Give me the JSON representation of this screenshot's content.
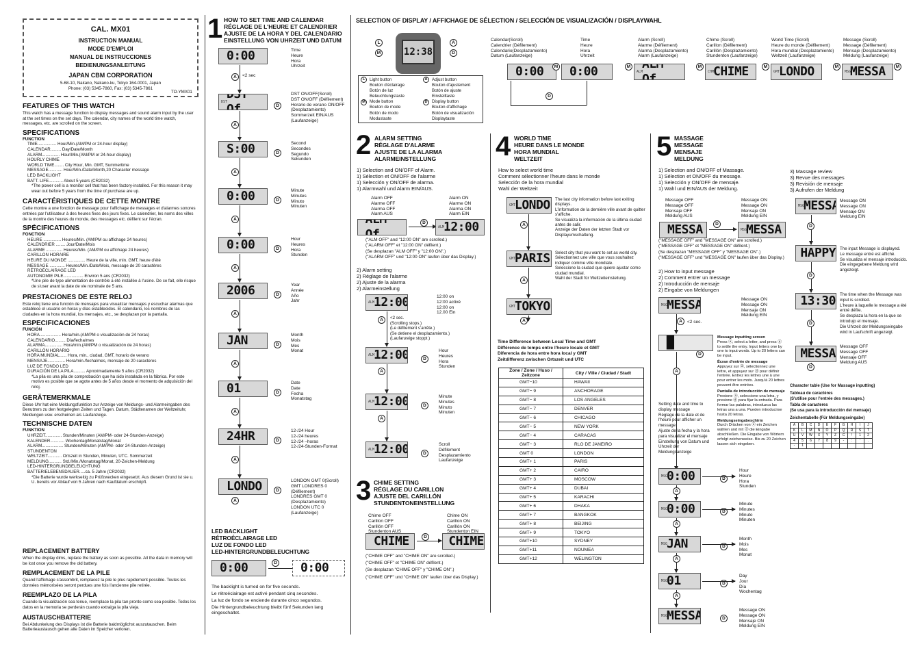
{
  "cover": {
    "cal": "CAL. MX01",
    "titles": [
      "INSTRUCTION MANUAL",
      "MODE D'EMPLOI",
      "MANUAL DE INSTRUCCIONES",
      "BEDIENUNGSANLEITUNG"
    ],
    "company": "JAPAN CBM CORPORATION",
    "address": "5-68-10, Nakano, Nakano-ku, Tokyo 164-0001, Japan",
    "phone": "Phone: (03) 5345-7860, Fax: (03) 5345-7861",
    "code": "TO-YMX01"
  },
  "left_col": {
    "features_en_title": "FEATURES OF THIS WATCH",
    "features_en_text": "This watch has a message function to display messages and sound alarm input by the user at the set times on the set days. The calendar, city names of the world time watch, messages, etc. are scrolled on the screen.",
    "spec_en_title": "SPECIFICATIONS",
    "function": "FUNCTION",
    "spec_en": [
      "TIME................ Hour/Min.(AM/PM or 24-hour display)",
      "CALENDAR......... Day/Date/Month",
      "ALARM............... Hour/Min.(AM/PM or 24-hour display)",
      "HOURLY CHIME",
      "WORLD TIME........ City Hour, Min. GMT, Summertime",
      "MESSAGE............ Hour/Min./Date/Month,20 Character message",
      "LED BACKLIGHT",
      "BATT. LIFE............ About 5 years (CR2032)",
      "*The power cell is a monitor cell that has been factory-installed. For this reason it may wear out before 5 years from the time of purchase are up."
    ],
    "features_fr_title": "CARACTÉRISTIQUES DE CETTE MONTRE",
    "features_fr_text": "Cette montre a une fonction de message pour l'affichage de messages et d'alarmes sonores entrées par l'utilisateur à des heures fixes des jours fixes. Le calendrier, les noms des villes de la montre des heures du monde, des messages etc. défilent sur l'écran.",
    "spec_fr_title": "SPÉCIFICATIONS",
    "fonction": "FONCTION",
    "spec_fr": [
      "HEURE ............... Heures/Min. (AM/PM ou affichage 24 heures)",
      "CALENDRIER ........ Jour/Date/Mois",
      "ALARME .............. Heures/Min. (AM/PM ou affichage 24 heures)",
      "CARILLON HORAIRE",
      "HEURE DU MONDE ............... Heure de la ville, min. GMT, heure d'été",
      "MESSAGE ............. Heures/Min./Date/Mois, message de 20 caractères",
      "RÉTROÉCLAIRAGE LED",
      "AUTONOMIE PILE................. Environ 5 ans (CR2032)",
      "*Une pile de type alimentation de contrôle a été installée à l'usine. De ce fait, elle risque de s'user avant la date de vie nominale de 5 ans."
    ],
    "features_es_title": "PRESTACIONES DE ESTE RELOJ",
    "features_es_text": "Este reloj tiene una función de mensajes para visualizar mensajes y escuchar alarmas que establece el usuario en horas y días establecidos. El calendario, los nombres de las ciudades en la hora mundial, los mensajes, etc., se desplazan por la pantalla.",
    "spec_es_title": "ESPECIFICACIONES",
    "funcion": "FUNCIÓN",
    "spec_es": [
      "HORA.................. Hora/min.(AM/PM o visualización de 24 horas)",
      "CALENDARIO......... Día/fecha/mes",
      "ALARMA............... Hora/min.(AM/PM o visualización de 24 horas)",
      "CARILLÓN HORARIO",
      "HORA MUNDIAL...... Hora, min., ciudad, GMT, horario de verano",
      "MENSAJE............... Hora/min./fecha/mes, mensaje de 20 caracteres",
      "LUZ DE FONDO LED",
      "DURACIÓN DE LA PILA.......... Aproximadamente 5 años (CR2032)",
      "*La pila es una pila de comprobación que ha sido instalada en la fábrica. Por este motivo es posible que se agote antes de 5 años desde el momento de adquisición del reloj."
    ],
    "features_de_title": "GERÄTEMERKMALE",
    "features_de_text": "Diese Uhr hat eine Meldungsfunktion zur Anzeige von Meldungs- und Alarmeingaben des Benutzers zu den festgelegten Zeiten und Tagen. Datum, Städtenamen der Weltzeituhr, Meldungen usw. erscheinen als Laufanzeige.",
    "spec_de_title": "TECHNISCHE DATEN",
    "funktion": "FUNKTION",
    "spec_de": [
      "UHRZEIT.............. Stunden/Minuten (AM/PM- oder 24-Stunden-Anzeige)",
      "KALENDER............ Wochentag/Monatstag/Monat",
      "ALARM.................. Stunden/Minuten (AM/PM- oder 24-Stunden-Anzeige)",
      "STUNDENTON",
      "WELTZEIT............ Ortszeit in Stunden, Minuten, UTC. Sommerzeit",
      "MELDUNG........... Std./Min./Monatstag/Monat, 20-Zeichen-Meldung",
      "LED-HINTERGRUNDBELEUCHTUNG",
      "BATTERIELEBENSDAUER.....ca. 5 Jahre (CR2032)",
      "*Die Batterie wurde werkseitig zu Prüfzwecken eingesetzt. Aus diesem Grund ist sie u. U. bereits vor Ablauf von 5 Jahren nach Kaufdatum erschöpft."
    ],
    "battery": [
      {
        "title": "REPLACEMENT BATTERY",
        "text": "When the display dims, replace the battery as soon as possible. All the data in memory will be lost once you remove the old battery."
      },
      {
        "title": "REMPLACEMENT DE LA PILE",
        "text": "Quand l'affichage s'assombrit, remplacez la pile le plus rapidement possible. Toutes les données mémorisées seront perdues une fois l'ancienne pile retirée."
      },
      {
        "title": "REEMPLAZO DE LA PILA",
        "text": "Cuando la visualización sea tenue, reemplace la pila tan pronto como sea posible. Todos los datos en la memoria se perderán cuando extraiga la pila vieja."
      },
      {
        "title": "AUSTAUSCHBATTERIE",
        "text": "Bei Abdunkelung des Displays ist die Batterie baldmöglichst auszutauschen. Beim Batterieaustausch gehen alle Daten im Speicher verloren."
      }
    ]
  },
  "sec1": {
    "num": "1",
    "titles": [
      "HOW TO SET TIME AND CALENDAR",
      "RÉGLAGE DE L'HEURE ET CALENDRIER",
      "AJUSTE DE LA HORA Y DEL CALENDARIO",
      "EINSTELLUNG VON UHRZEIT UND DATUM"
    ],
    "sec2": "<2 sec",
    "steps": [
      {
        "lcd": "0:00",
        "pre": "",
        "label": "Time\nHeure\nHora\nUhrzeit"
      },
      {
        "lcd": "DST Of",
        "pre": "",
        "label": "DST ON/OFF(Scroll)\nDST ON/OFF (Défilement)\nHorario de verano ON/OFF\n(Desplazamiento)\nSommerzeit EIN/AUS\n(Laufanzeige)"
      },
      {
        "lcd": "S:00",
        "pre": "",
        "label": "Second\nSecondes\nSegundo\nSekunden"
      },
      {
        "lcd": "0:00",
        "pre": "",
        "label": "Minute\nMinutes\nMinuto\nMinuten"
      },
      {
        "lcd": "0:00",
        "pre": "",
        "label": "Hour\nHeures\nHora\nStunden"
      },
      {
        "lcd": "2006",
        "pre": "",
        "label": "Year\nAnnée\nAño\nJahr"
      },
      {
        "lcd": "JAN",
        "pre": "",
        "label": "Month\nMois\nMes\nMonat"
      },
      {
        "lcd": "01",
        "pre": "",
        "label": "Date\nDate\nFecha\nMonatstag"
      },
      {
        "lcd": "24HR",
        "pre": "",
        "label": "12-/24 Hour\n12-/24 heures\n12-/24 –horas\n12-/24-Stunden-Format"
      },
      {
        "lcd": "LONDO",
        "pre": "",
        "label": "LONDON GMT 0(Scroll)\nGMT LONDRES 0\n(Défilement)\nLONDRES GMT 0\n(Desplazamiento)\nLONDON UTC 0\n(Laufanzeige)"
      }
    ]
  },
  "led": {
    "titles": [
      "LED BACKLIGHT",
      "RÉTROÉCLAIRAGE LED",
      "LUZ DE FONDO LED",
      "LED-HINTERGRUNDBELEUCHTUNG"
    ],
    "lcd": "0:00",
    "text": [
      "The backlight is turned on for five seconds.",
      "Le rétroéclairage est activé pendant cinq secondes.",
      "La luz de fondo se enciende durante cinco segundos.",
      "Die Hintergrundbeleuchtung bleibt fünf Sekunden lang eingeschaltet."
    ]
  },
  "selection": {
    "title": "SELECTION OF DISPLAY  /  AFFICHAGE DE SÉLECTION  /  SELECCIÓN DE VISUALIZACIÓN  /  DISPLAYWAHL",
    "watch_lcd": "12:38",
    "buttons_left": "Light button\nBouton d'éclairage\nBotón de luz\nBeleuchtungstaste\nMode button\nBouton de mode\nBotón de modo\nModustaste",
    "buttons_right": "Adjust button\nBouton d'ajustement\nBotón de ajuste\nEinstelltaste\nDisplay button\nBouton d'affichage\nBotón de visualización\nDisplaytaste",
    "modes": [
      {
        "lcd": "0:00",
        "label": "Calendar(Scroll)\nCalendrier (Défilement)\nCalendario(Desplazamiento)\nDatum (Laufanzeige)"
      },
      {
        "lcd": "0:00",
        "label": "Time\nHeure\nHora\nUhrzeit"
      },
      {
        "lcd": "ALM Of",
        "label": "Alarm (Scroll)\nAlarme (Défilement)\nAlarma (Desplazamiento)\nAlarm (Laufanzeige)"
      },
      {
        "lcd": "CHIME",
        "label": "Chime (Scroll)\nCarillon (Défilement)\nCarillón (Desplazamiento)\nStundenton (Laufanzeige)"
      },
      {
        "lcd": "LONDO",
        "label": "World Time (Scroll)\nHeure du monde (Défilement)\nHora mundial (Desplazamiento)\nWeltzeit (Laufanzeige)"
      },
      {
        "lcd": "MESSA",
        "label": "Message (Scroll)\nMessage (Défilement)\nMensaje (Desplazamiento)\nMeldung (Laufanzeige)"
      }
    ]
  },
  "sec2": {
    "num": "2",
    "titles": [
      "ALARM SETTING",
      "RÉGLAGE D'ALARME",
      "AJUSTE DE LA ALARMA",
      "ALARMEINSTELLUNG"
    ],
    "intro": [
      "1) Selection and ON/OFF of Alarm.",
      "1) Sélection et ON/OFF de l'alarme",
      "1) Selección y ON/OFF de alarma.",
      "1) Alarmwahl und Alarm EIN/AUS."
    ],
    "off": "Alarm OFF\nAlarme OFF\nAlarma OFF\nAlarm AUS",
    "on": "Alarm ON\nAlarme ON\nAlarma ON\nAlarm EIN",
    "lcd_off": "ALM Of",
    "lcd_on": "12:00",
    "note": [
      "(\"ALM OFF\" and \"12:00 ON\" are scrolled.)",
      "(\"ALARM OFF\" et \"12:00 ON\" défilent.)",
      "(Se desplazan \"ALM OFF\" y \"12:00 ON\".)",
      "(\"ALARM OFF\" und \"12:00 ON\" laufen über das Display.)"
    ],
    "set": [
      "2) Alarm setting",
      "2) Réglage de l'alarme",
      "2) Ajuste de la alarma",
      "2) Alarmeinstellung"
    ],
    "on_label": "12:00 on\n12:00 activé\n12:00 on\n12.00 Ein",
    "scroll": "<2 sec.\n(Scrolling stops.)\n(Le défilement s'arrête.)\n(Se detiene el desplazamiento.)\n(Laufanzeige stoppt.)",
    "hour": "Hour\nHeures\nHora\nStunden",
    "minute": "Minute\nMinutes\nMinuto\nMinuten",
    "scrollx": "Scroll\nDéfilement\nDesplazamiento\nLaufanzeige"
  },
  "sec3": {
    "num": "3",
    "titles": [
      "CHIME SETTING",
      "RÉGLAGE DU CARILLON",
      "AJUSTE DEL CARILLÓN",
      "STUNDENTONEINSTELLUNG"
    ],
    "off": "Chime OFF\nCarillon OFF\nCarillón OFF\nStundenton AUS",
    "on": "Chime ON\nCarillon ON\nCarillón ON\nStundenton EIN",
    "lcd": "CHIME",
    "note": [
      "(\"CHIME OFF\" and \"CHIME ON\" are scrolled.)",
      "(\"CHIME OFF\" et \"CHIME ON\" défilent.)",
      "(Se desplazan \"CHIME OFF\" y \"CHIME ON\".)",
      "(\"CHIME OFF\" und \"CHIME ON\" laufen über das Display.)"
    ]
  },
  "sec4": {
    "num": "4",
    "titles": [
      "WORLD TIME",
      "HEURE DANS LE MONDE",
      "HORA MUNDIAL",
      "WELTZEIT"
    ],
    "intro": [
      "How to select world time",
      "Comment sélectionner l'heure dans le monde",
      "Selección de la hora mundial",
      "Wahl der Weltzeit"
    ],
    "t1": "The last city information before last exiting displays.\nL'information de la dernière ville avant de quitter s'affiche.\nSe visualiza la información de la última ciudad antes de salir.\nAnzeige der Daten der letzten Stadt vor Displayumschaltung.",
    "t2": "Select city that you want to set as world city.\nSélectionnez une ville que vous souhaitez indiquer comme ville mondiale.\nSeleccione la ciudad que quiere ajustar como ciudad mundial.\nWahl der Stadt für Weltzeiteinstellung.",
    "tdtitle": [
      "Time Difference between Local Time and GMT",
      "Différence de temps entre l'heure locale et GMT",
      "Diferencia de hora entre hora local y GMT",
      "Zeitdifferenz zwischen Ortszeit und UTC"
    ],
    "th": [
      "Zone / Zone / Huso / Zeitzone",
      "City / Ville / Ciudad / Stadt"
    ],
    "rows": [
      [
        "GMT−10",
        "HAWAII"
      ],
      [
        "GMT− 9",
        "ANCHORAGE"
      ],
      [
        "GMT− 8",
        "LOS ANGELES"
      ],
      [
        "GMT− 7",
        "DENVER"
      ],
      [
        "GMT− 6",
        "CHICAGO"
      ],
      [
        "GMT− 5",
        "NEW YORK"
      ],
      [
        "GMT− 4",
        "CARACAS"
      ],
      [
        "GMT− 3",
        "RLO DE JANEIRO"
      ],
      [
        "GMT  0",
        "LONDON"
      ],
      [
        "GMT+ 1",
        "PARIS"
      ],
      [
        "GMT+ 2",
        "CAIRO"
      ],
      [
        "GMT+ 3",
        "MOSCOW"
      ],
      [
        "GMT+ 4",
        "DUBAI"
      ],
      [
        "GMT+ 5",
        "KARACHI"
      ],
      [
        "GMT+ 6",
        "DHAKA"
      ],
      [
        "GMT+ 7",
        "BANGKOK"
      ],
      [
        "GMT+ 8",
        "BEIJING"
      ],
      [
        "GMT+ 9",
        "TOKYO"
      ],
      [
        "GMT+10",
        "SYDNEY"
      ],
      [
        "GMT+11",
        "NOUMEA"
      ],
      [
        "GMT+12",
        "WELINGTON"
      ]
    ]
  },
  "sec5": {
    "num": "5",
    "titles": [
      "MASSAGE",
      "MESSAGE",
      "MENSAJE",
      "MELDUNG"
    ],
    "intro": [
      "1) Selection and ON/OFF of Massage.",
      "1) Sélection et ON/OFF du message.",
      "1) Selección y ON/OFF de mensaje.",
      "1) Wahl und EIN/AUS der Meldung."
    ],
    "off": "Message OFF\nMessage OFF\nMensaje OFF\nMeldung AUS",
    "on": "Message ON\nMessage ON\nMensaje ON\nMeldung EIN",
    "note": [
      "(\"MESSAGE OFF\" and \"MESSAGE ON\" are scrolled.)",
      "(\"MESSAGE OFF\" et \"MESSAGE ON\" défilent.)",
      "(Se desplazan \"MESSAGE OFF\" y \"MESSAGE ON\".)",
      "(\"MESSAGE OFF\" und \"MESSAGE ON\" laufen über das Display.)"
    ],
    "input": [
      "2) How to input message",
      "2) Comment entrer un message",
      "2) Introducción de mensaje",
      "2) Eingabe von Meldungen"
    ],
    "inp_screen_title": "Message inputting screen",
    "inp_screen": "Press ⓐ, select a letter, and press ⓓ to settle the entry. Input letters one by one to input words. Up to 20 letters can be input.",
    "ecran_title": "Écran d'entrée de message",
    "ecran": "Appuyez sur ⓐ, sélectionnez une lettre, et appuyez sur ⓓ pour définir l'entrée. Entrez les lettres une à une pour entrer les mots. Jusqu'à 20 lettres peuvent être entrées.",
    "pantalla_title": "Pantalla de introducción de mensaje",
    "pantalla": "Presione ⓐ, seleccione una letra, y presione ⓓ para fijar la entrada. Para formar las palabras, introduzca las letras una a una. Pueden introducirse hasta 20 letras.",
    "melde_title": "Meldungseingabeschirm",
    "melde": "Durch Drücken von ⓐ ein Zeichen wählen und mit ⓓ die Eingabe abschließen. Die Eingabe von Wörtern erfolgt zeichenweise. Bis zu 20 Zeichen lassen sich eingeben.",
    "setdate": "Setting date and time to display message\nRéglage de la date et de l'heure pour afficher un message\nAjuste de la fecha y la hora para visualizar el mensaje\nEinstellung von Datum und Uhrzeit der Meldungsanzeige",
    "review": [
      "3) Massage review",
      "3) Revue des messages",
      "3) Revisión de mensaje",
      "3) Aufrufen der Meldung"
    ],
    "inputmsg": "The input Message is displayed.\nLe message entré est affiché.\nSe visualiza el mensaje introducido.\nDie eingegebene Meldung wird angezeigt.",
    "scrolled": "The time when the Message was input is scrolled.\nL'heure à laquelle le message a été entré défile.\nSe desplaza la hora en la que se introdujo el mensaje.\nDie Uhrzeit der Meldungseingabe wird in Laufschrift angezeigt.",
    "hour": "Hour\nHeure\nHora\nStunden",
    "minute": "Minute\nMinutes\nMinuto\nMinuten",
    "month": "Month\nMois\nMes\nMonat",
    "day": "Day\nJour\nDía\nWochentag",
    "msgon": "Message ON\nMessage ON\nMensaje ON\nMeldung EIN",
    "msgoff": "Message OFF\nMessage OFF\nMensaje OFF\nMeldung AUS",
    "chartitles": [
      "Character table (Use for Massage inputting)",
      "Tableau de caractères",
      "(S'utilise pour l'entrée des messages.)",
      "Tabla de caracteres",
      "(Se usa para la introducción del mensaje)",
      "Zeichentabelle (Für Meldungseingabe)"
    ],
    "chars": [
      [
        "A",
        "B",
        "C",
        "D",
        "E",
        "F",
        "G",
        "H",
        "I",
        "J"
      ],
      [
        "K",
        "L",
        "M",
        "N",
        "O",
        "P",
        "Q",
        "R",
        "S",
        "T"
      ],
      [
        "U",
        "V",
        "W",
        "X",
        "Y",
        "Z",
        "C",
        "!",
        "1",
        "2"
      ],
      [
        "4",
        "5",
        "6",
        "7",
        "8",
        "9",
        "-",
        ":",
        "'",
        "."
      ],
      [
        "-",
        "1",
        "",
        "",
        "",
        "",
        "",
        "",
        "",
        ""
      ]
    ]
  }
}
